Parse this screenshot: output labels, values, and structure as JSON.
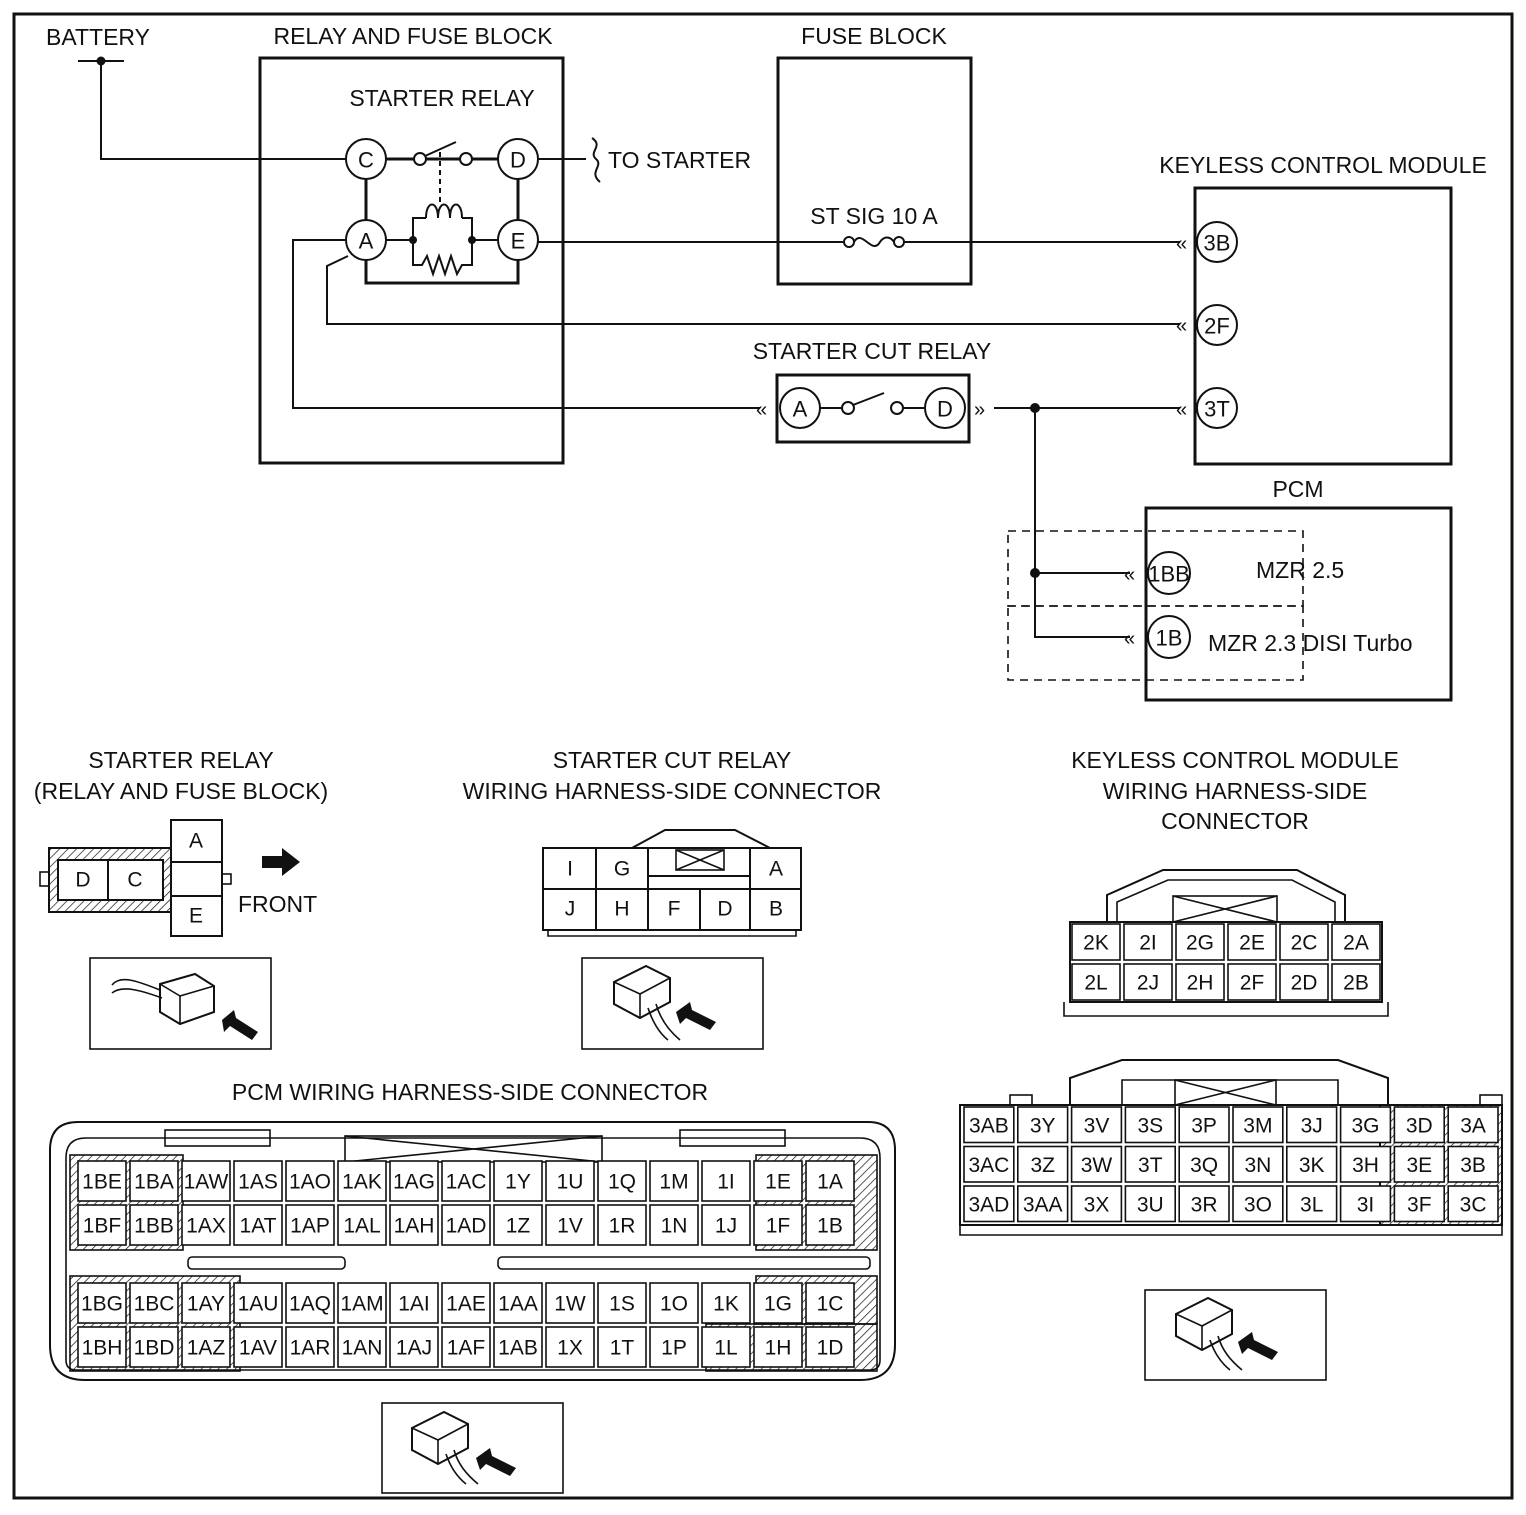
{
  "schematic": {
    "battery": "BATTERY",
    "relay_fuse_block": "RELAY AND FUSE BLOCK",
    "starter_relay": "STARTER RELAY",
    "fuse_block": "FUSE BLOCK",
    "to_starter": "TO STARTER",
    "st_sig": "ST SIG 10 A",
    "keyless_module": "KEYLESS CONTROL MODULE",
    "starter_cut_relay": "STARTER CUT RELAY",
    "pcm": "PCM",
    "mzr25": "MZR 2.5",
    "mzr23": "MZR 2.3 DISI Turbo",
    "pins": {
      "c": "C",
      "d": "D",
      "a": "A",
      "e": "E",
      "cut_a": "A",
      "cut_d": "D",
      "k3b": "3B",
      "k2f": "2F",
      "k3t": "3T",
      "p1bb": "1BB",
      "p1b": "1B"
    }
  },
  "connectors": {
    "starter_relay_title_1": "STARTER RELAY",
    "starter_relay_title_2": "(RELAY AND FUSE BLOCK)",
    "starter_relay_pins": {
      "a": "A",
      "d": "D",
      "c": "C",
      "e": "E"
    },
    "front": "FRONT",
    "cut_relay_title_1": "STARTER CUT RELAY",
    "cut_relay_title_2": "WIRING HARNESS-SIDE CONNECTOR",
    "cut_relay_top": [
      "I",
      "G",
      "A"
    ],
    "cut_relay_bottom": [
      "J",
      "H",
      "F",
      "D",
      "B"
    ],
    "keyless_title_1": "KEYLESS CONTROL MODULE",
    "keyless_title_2": "WIRING HARNESS-SIDE",
    "keyless_title_3": "CONNECTOR",
    "keyless_2_rows": [
      [
        "2K",
        "2I",
        "2G",
        "2E",
        "2C",
        "2A"
      ],
      [
        "2L",
        "2J",
        "2H",
        "2F",
        "2D",
        "2B"
      ]
    ],
    "keyless_3_rows": [
      [
        "3AB",
        "3Y",
        "3V",
        "3S",
        "3P",
        "3M",
        "3J",
        "3G",
        "3D",
        "3A"
      ],
      [
        "3AC",
        "3Z",
        "3W",
        "3T",
        "3Q",
        "3N",
        "3K",
        "3H",
        "3E",
        "3B"
      ],
      [
        "3AD",
        "3AA",
        "3X",
        "3U",
        "3R",
        "3O",
        "3L",
        "3I",
        "3F",
        "3C"
      ]
    ],
    "pcm_title": "PCM WIRING HARNESS-SIDE CONNECTOR",
    "pcm_rows": [
      [
        "1BE",
        "1BA",
        "1AW",
        "1AS",
        "1AO",
        "1AK",
        "1AG",
        "1AC",
        "1Y",
        "1U",
        "1Q",
        "1M",
        "1I",
        "1E",
        "1A"
      ],
      [
        "1BF",
        "1BB",
        "1AX",
        "1AT",
        "1AP",
        "1AL",
        "1AH",
        "1AD",
        "1Z",
        "1V",
        "1R",
        "1N",
        "1J",
        "1F",
        "1B"
      ],
      [
        "1BG",
        "1BC",
        "1AY",
        "1AU",
        "1AQ",
        "1AM",
        "1AI",
        "1AE",
        "1AA",
        "1W",
        "1S",
        "1O",
        "1K",
        "1G",
        "1C"
      ],
      [
        "1BH",
        "1BD",
        "1AZ",
        "1AV",
        "1AR",
        "1AN",
        "1AJ",
        "1AF",
        "1AB",
        "1X",
        "1T",
        "1P",
        "1L",
        "1H",
        "1D"
      ]
    ]
  }
}
